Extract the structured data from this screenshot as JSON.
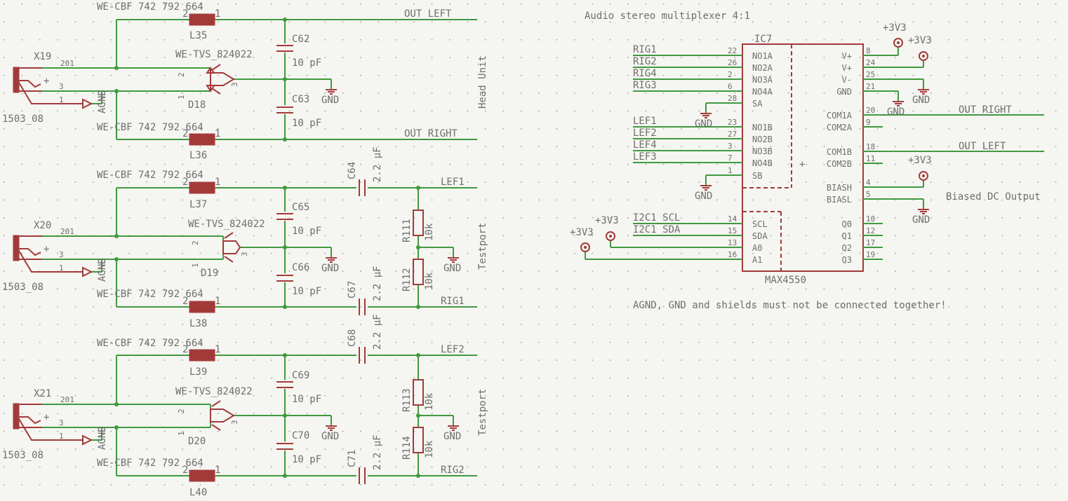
{
  "title": "Audio stereo multiplexer 4:1",
  "note": "AGND, GND and shields must not be connected together!",
  "common": {
    "gnd": "GND",
    "agnd": "AGND",
    "supply": "+3V3",
    "tvs_pin3": "3",
    "ferrite_part": "WE-CBF 742 792 664",
    "tvs_part": "WE-TVS_824022",
    "cap_10pf": "10 pF",
    "cap_2u2": "2.2 µF",
    "res_10k": "10k",
    "jack": "1503_08",
    "pin1": "1",
    "pin2": "2",
    "pin3": "3",
    "plus": "+",
    "pin201": "201",
    "testport": "Testport",
    "headunit": "Head Unit"
  },
  "block1": {
    "jack": "X19",
    "tvs": "D18",
    "l_top": "L35",
    "l_bot": "L36",
    "c_top": "C62",
    "c_bot": "C63",
    "net_top": "OUT_LEFT",
    "net_bot": "OUT_RIGHT"
  },
  "block2": {
    "jack": "X20",
    "tvs": "D19",
    "l_top": "L37",
    "l_bot": "L38",
    "c_top": "C65",
    "c_bot": "C66",
    "ck_top": "C64",
    "ck_bot": "C67",
    "r_top": "R111",
    "r_bot": "R112",
    "net_top": "LEF1",
    "net_bot": "RIG1"
  },
  "block3": {
    "jack": "X21",
    "tvs": "D20",
    "l_top": "L39",
    "l_bot": "L40",
    "c_top": "C69",
    "c_bot": "C70",
    "ck_top": "C68",
    "ck_bot": "C71",
    "r_top": "R113",
    "r_bot": "R114",
    "net_top": "LEF2",
    "net_bot": "RIG2"
  },
  "ic": {
    "ref": "IC7",
    "part": "MAX4550",
    "left_pins": [
      {
        "net": "RIG1",
        "pin": "22",
        "name": "NO1A"
      },
      {
        "net": "RIG2",
        "pin": "26",
        "name": "NO2A"
      },
      {
        "net": "RIG4",
        "pin": "2",
        "name": "NO3A"
      },
      {
        "net": "RIG3",
        "pin": "6",
        "name": "NO4A"
      },
      {
        "net": "",
        "pin": "28",
        "name": "SA"
      },
      {
        "net": "LEF1",
        "pin": "23",
        "name": "NO1B"
      },
      {
        "net": "LEF2",
        "pin": "27",
        "name": "NO2B"
      },
      {
        "net": "LEF4",
        "pin": "3",
        "name": "NO3B"
      },
      {
        "net": "LEF3",
        "pin": "7",
        "name": "NO4B"
      },
      {
        "net": "",
        "pin": "1",
        "name": "SB"
      },
      {
        "net": "I2C1_SCL",
        "pin": "14",
        "name": "SCL"
      },
      {
        "net": "I2C1_SDA",
        "pin": "15",
        "name": "SDA"
      },
      {
        "net": "",
        "pin": "13",
        "name": "A0"
      },
      {
        "net": "",
        "pin": "16",
        "name": "A1"
      }
    ],
    "right_pins": [
      {
        "pin": "8",
        "name": "V+"
      },
      {
        "pin": "24",
        "name": "V+"
      },
      {
        "pin": "25",
        "name": "V-"
      },
      {
        "pin": "21",
        "name": "GND"
      },
      {
        "pin": "20",
        "name": "COM1A"
      },
      {
        "pin": "9",
        "name": "COM2A"
      },
      {
        "pin": "18",
        "name": "COM1B"
      },
      {
        "pin": "11",
        "name": "COM2B"
      },
      {
        "pin": "4",
        "name": "BIASH"
      },
      {
        "pin": "5",
        "name": "BIASL"
      },
      {
        "pin": "10",
        "name": "Q0"
      },
      {
        "pin": "12",
        "name": "Q1"
      },
      {
        "pin": "17",
        "name": "Q2"
      },
      {
        "pin": "19",
        "name": "Q3"
      }
    ],
    "out_right": "OUT_RIGHT",
    "out_left": "OUT_LEFT",
    "bias_label": "Biased DC Output"
  }
}
